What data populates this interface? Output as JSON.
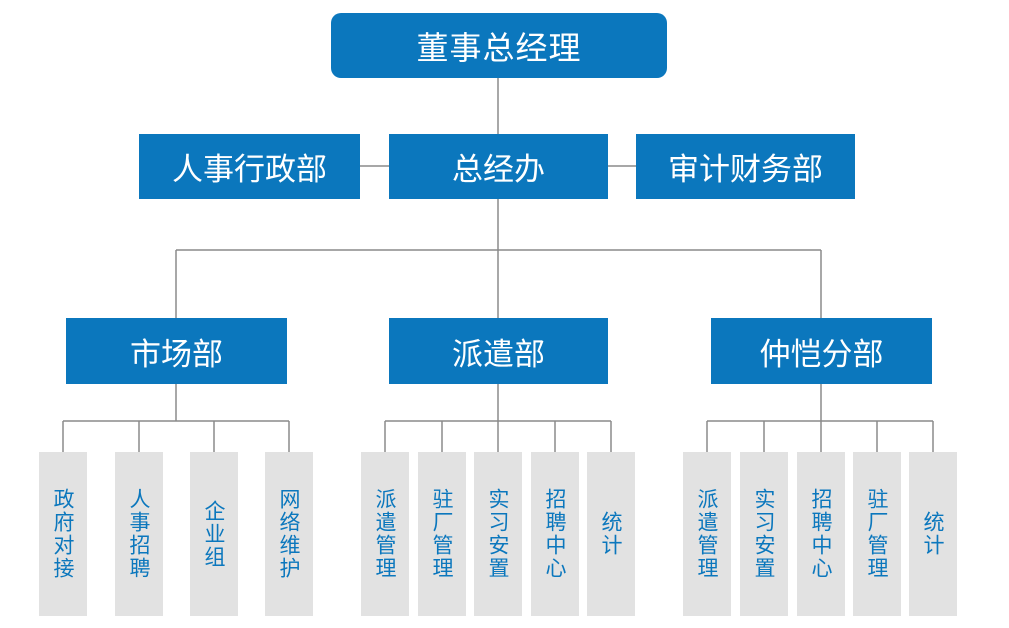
{
  "diagram": {
    "colors": {
      "primary": "#0b77bd",
      "sub_bg": "#e2e2e2",
      "line": "#8a8a8a",
      "sub_text": "#0b77bd"
    },
    "top": "董事总经理",
    "middle": {
      "left": "人事行政部",
      "center": "总经办",
      "right": "审计财务部"
    },
    "departments": [
      {
        "name": "市场部",
        "subs": [
          "政府对接",
          "人事招聘",
          "企业组",
          "网络维护"
        ]
      },
      {
        "name": "派遣部",
        "subs": [
          "派遣管理",
          "驻厂管理",
          "实习安置",
          "招聘中心",
          "统计"
        ]
      },
      {
        "name": "仲恺分部",
        "subs": [
          "派遣管理",
          "实习安置",
          "招聘中心",
          "驻厂管理",
          "统计"
        ]
      }
    ]
  }
}
